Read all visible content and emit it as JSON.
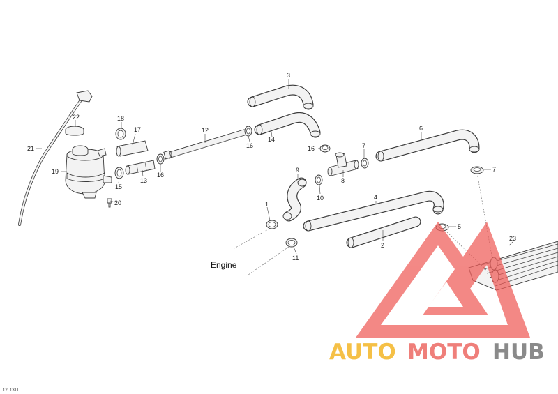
{
  "diagram": {
    "drawing_ref": "12L1311",
    "engine_label": "Engine",
    "callouts": [
      "1",
      "2",
      "3",
      "4",
      "5",
      "6",
      "7",
      "7",
      "8",
      "9",
      "10",
      "11",
      "12",
      "13",
      "14",
      "15",
      "16",
      "16",
      "16",
      "17",
      "18",
      "19",
      "20",
      "21",
      "22",
      "23"
    ]
  },
  "watermark": {
    "part_auto": "AUTO",
    "part_moto": "MOTO",
    "part_hub": "HUB",
    "colors": {
      "auto": "#f5c046",
      "moto": "#ef7f7a",
      "hub": "#8a8a8a",
      "triangle": "#ef5b57"
    }
  }
}
